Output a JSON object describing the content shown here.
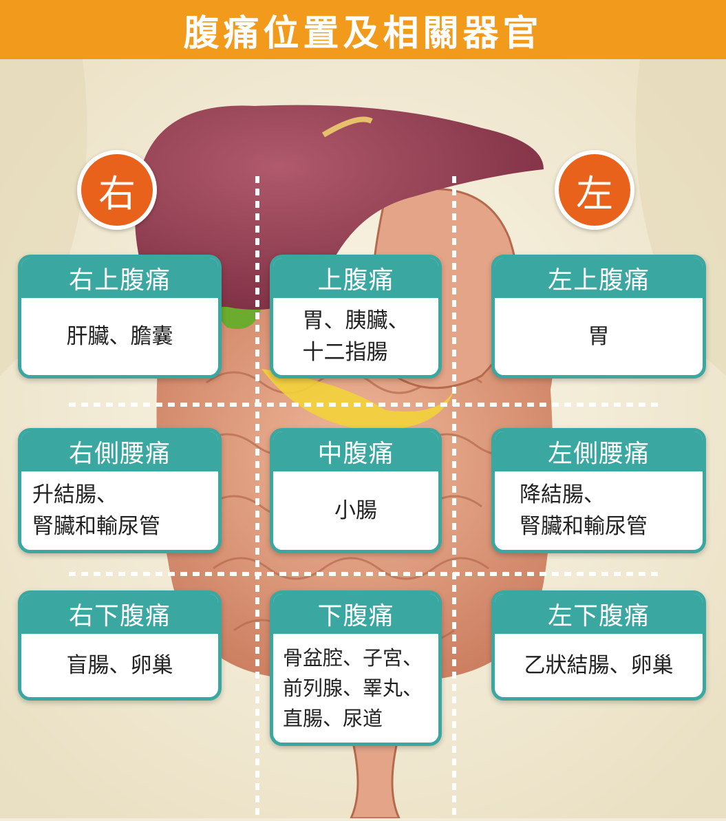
{
  "header": {
    "title": "腹痛位置及相關器官"
  },
  "sides": {
    "right": "右",
    "left": "左"
  },
  "regions": [
    {
      "title": "右上腹痛",
      "organs": "肝臟、膽囊"
    },
    {
      "title": "上腹痛",
      "organs": "胃、胰臟、\n十二指腸"
    },
    {
      "title": "左上腹痛",
      "organs": "胃"
    },
    {
      "title": "右側腰痛",
      "organs": "升結腸、\n腎臟和輸尿管"
    },
    {
      "title": "中腹痛",
      "organs": "小腸"
    },
    {
      "title": "左側腰痛",
      "organs": "降結腸、\n腎臟和輸尿管"
    },
    {
      "title": "右下腹痛",
      "organs": "盲腸、卵巢"
    },
    {
      "title": "下腹痛",
      "organs": "骨盆腔、子宮、\n前列腺、睪丸、\n直腸、尿道"
    },
    {
      "title": "左下腹痛",
      "organs": "乙狀結腸、卵巢"
    }
  ],
  "colors": {
    "header": "#f29a1c",
    "side_badge": "#e9621c",
    "card_accent": "#3aa7a0"
  }
}
